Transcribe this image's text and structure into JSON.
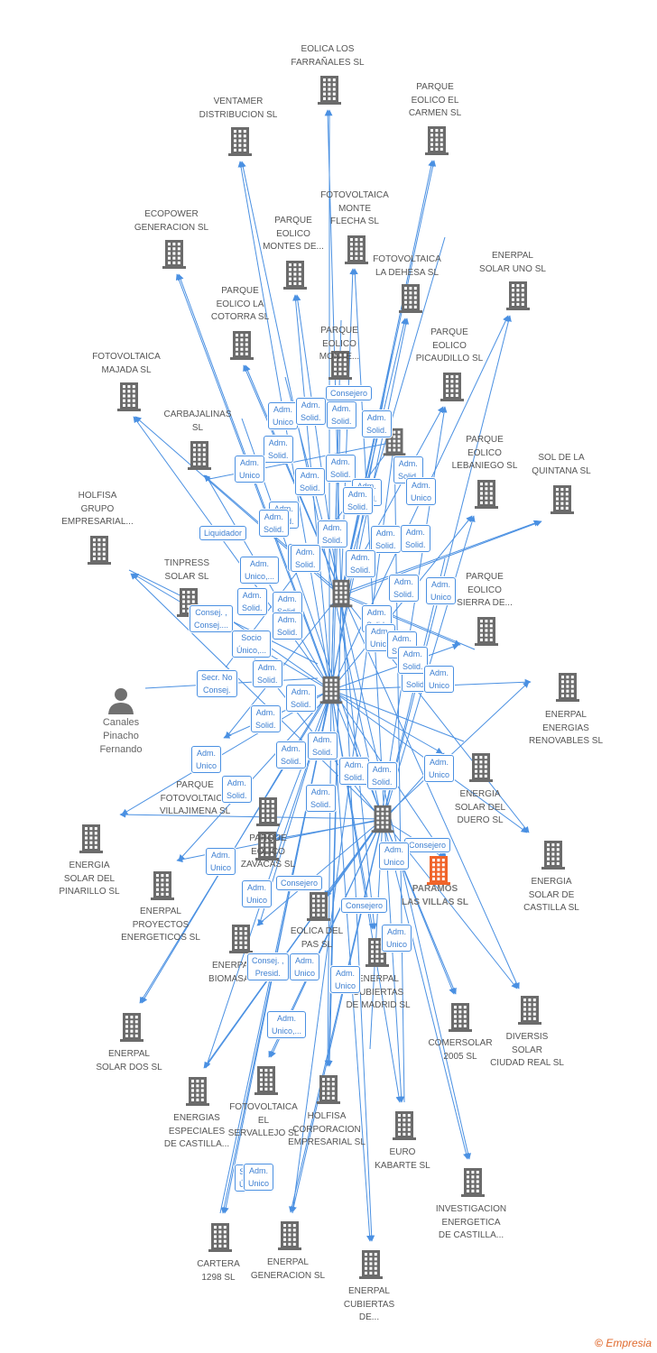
{
  "colors": {
    "edge": "#4a90e2",
    "building": "#6b6b6b",
    "highlight": "#f0642a",
    "person": "#707070"
  },
  "person": {
    "name": "Canales\nPinacho\nFernando",
    "icon": "person-icon"
  },
  "hubs": [
    "building-icon",
    "building-icon",
    "building-icon",
    "building-icon"
  ],
  "companies": [
    {
      "label": "EOLICA LOS\nFARRAÑALES SL",
      "icon": "building-icon"
    },
    {
      "label": "VENTAMER\nDISTRIBUCION SL",
      "icon": "building-icon"
    },
    {
      "label": "PARQUE\nEOLICO EL\nCARMEN SL",
      "icon": "building-icon"
    },
    {
      "label": "ECOPOWER\nGENERACION SL",
      "icon": "building-icon"
    },
    {
      "label": "FOTOVOLTAICA\nMONTE\nFLECHA SL",
      "icon": "building-icon"
    },
    {
      "label": "PARQUE\nEOLICO\nMONTES DE...",
      "icon": "building-icon"
    },
    {
      "label": "FOTOVOLTAICA\nLA DEHESA SL",
      "icon": "building-icon"
    },
    {
      "label": "ENERPAL\nSOLAR UNO SL",
      "icon": "building-icon"
    },
    {
      "label": "PARQUE\nEOLICO LA\nCOTORRA SL",
      "icon": "building-icon"
    },
    {
      "label": "PARQUE\nEOLICO\nMONTE...",
      "icon": "building-icon"
    },
    {
      "label": "PARQUE\nEOLICO\nPICAUDILLO SL",
      "icon": "building-icon"
    },
    {
      "label": "FOTOVOLTAICA\nMAJADA SL",
      "icon": "building-icon"
    },
    {
      "label": "CARBAJALINAS\nSL",
      "icon": "building-icon"
    },
    {
      "label": "PARQUE\nEOLICO\nLEBANIEGO SL",
      "icon": "building-icon"
    },
    {
      "label": "SOL DE LA\nQUINTANA SL",
      "icon": "building-icon"
    },
    {
      "label": "HOLFISA\nGRUPO\nEMPRESARIAL...",
      "icon": "building-icon"
    },
    {
      "label": "TINPRESS\nSOLAR SL",
      "icon": "building-icon"
    },
    {
      "label": "PARQUE\nEOLICO\nSIERRA DE...",
      "icon": "building-icon"
    },
    {
      "label": "ENERPAL\nENERGIAS\nRENOVABLES SL",
      "icon": "building-icon"
    },
    {
      "label": "ENERGIA\nSOLAR DEL\nDUERO SL",
      "icon": "building-icon"
    },
    {
      "label": "PARQUE\nFOTOVOLTAICO\nVILLAJIMENA SL",
      "icon": "building-icon"
    },
    {
      "label": "ENERGIA\nSOLAR DEL\nPINARILLO SL",
      "icon": "building-icon"
    },
    {
      "label": "PARQUE\nEOLICO\nZAVACAS SL",
      "icon": "building-icon"
    },
    {
      "label": "ENERGIA\nSOLAR DE\nCASTILLA SL",
      "icon": "building-icon"
    },
    {
      "label": "ENERPAL\nPROYECTOS\nENERGETICOS SL",
      "icon": "building-icon"
    },
    {
      "label": "EOLICA DEL\nPAS SL",
      "icon": "building-icon"
    },
    {
      "label": "ENERPAL\nCUBIERTAS\nDE MADRID SL",
      "icon": "building-icon"
    },
    {
      "label": "ENERPAL\nBIOMASA...",
      "icon": "building-icon"
    },
    {
      "label": "COMERSOLAR\n2005 SL",
      "icon": "building-icon"
    },
    {
      "label": "DIVERSIS\nSOLAR\nCIUDAD REAL SL",
      "icon": "building-icon"
    },
    {
      "label": "ENERPAL\nSOLAR DOS SL",
      "icon": "building-icon"
    },
    {
      "label": "FOTOVOLTAICA\nEL\nSERVALLEJO SL",
      "icon": "building-icon"
    },
    {
      "label": "HOLFISA\nCORPORACION\nEMPRESARIAL SL",
      "icon": "building-icon"
    },
    {
      "label": "ENERGIAS\nESPECIALES\nDE CASTILLA...",
      "icon": "building-icon"
    },
    {
      "label": "EURO\nKABARTE SL",
      "icon": "building-icon"
    },
    {
      "label": "INVESTIGACION\nENERGETICA\nDE CASTILLA...",
      "icon": "building-icon"
    },
    {
      "label": "CARTERA\n1298  SL",
      "icon": "building-icon"
    },
    {
      "label": "ENERPAL\nGENERACION SL",
      "icon": "building-icon"
    },
    {
      "label": "ENERPAL\nCUBIERTAS\nDE...",
      "icon": "building-icon"
    },
    {
      "label": "PARAMOS\nLAS VILLAS SL",
      "icon": "building-icon",
      "highlight": true
    }
  ],
  "roles": [
    "Adm.\nSolid.",
    "Consejero",
    "Adm.\nUnico",
    "Adm.\nSolid.",
    "Adm.\nSolid.",
    "Adm.\nSolid.",
    "Adm.\nUnico",
    "Adm.\nSolid.",
    "Adm.\nSolid.",
    "Adm.\nSolid.",
    "Adm.\nUnico",
    "Adm.\nSolid.",
    "Adm.\nSolid.",
    "Adm.\nSolid.",
    "Adm.\nSolid.",
    "Liquidador",
    "Adm.\nSolid.",
    "Adm.\nSolid.",
    "Adm.\nSolid.",
    "Adm.\nSolid.",
    "Adm.\nUnico,...",
    "Adm.\nSolid.",
    "Adm.\nSolid.",
    "Adm.\nUnico",
    "Adm.\nSolid.",
    "Consej. ,\nConsej....",
    "Adm.\nSolid.",
    "Socio\nÚnico,...",
    "Adm.\nSolid.",
    "Adm.\nSolid.",
    "Secr.  No\nConsej.",
    "Adm.\nSolid.",
    "Adm.\nSolid.",
    "Adm.\nUnico",
    "Adm.\nSolid.",
    "Adm.\nSolid.",
    "Adm.\nSolid.",
    "Adm.\nSolid.",
    "Adm.\nSolid.",
    "Adm.\nUnico",
    "Adm.\nUnico",
    "Adm.\nSolid.",
    "Adm.\nSolid.",
    "Adm.\nSolid.",
    "Adm.\nSolid.",
    "Adm.\nSolid.",
    "Adm.\nUnico",
    "Consejero",
    "Adm.\nUnico",
    "Adm.\nUnico",
    "Adm.\nUnico",
    "Consejero",
    "Consejero",
    "Adm.\nUnico",
    "Consej. ,\nPresid.",
    "Adm.\nUnico",
    "Adm.\nUnico",
    "Adm.\nUnico,...",
    "Socio\nÚnico",
    "Adm.\nUnico",
    "Adm.\nSolid."
  ],
  "brand": {
    "copyright": "©",
    "name": "Empresia"
  }
}
